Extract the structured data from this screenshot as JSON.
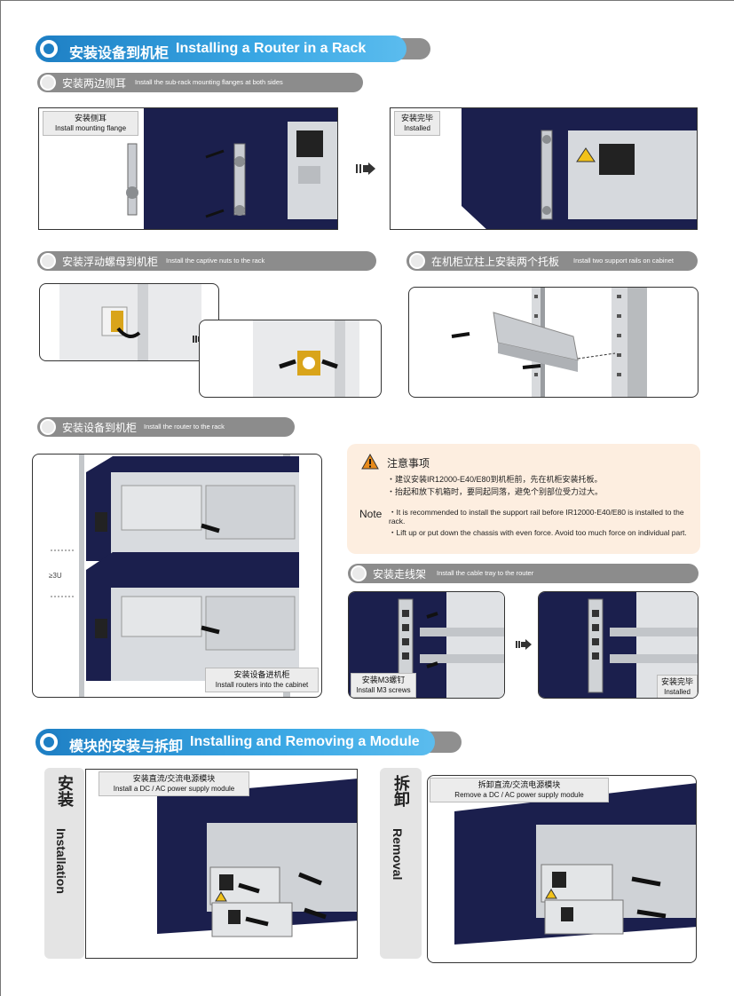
{
  "section1": {
    "title_zh": "安装设备到机柜",
    "title_en": "Installing a Router in a Rack"
  },
  "step_flanges": {
    "title_zh": "安装两边侧耳",
    "title_en": "Install the sub-rack mounting flanges at both sides",
    "label1_zh": "安装侧耳",
    "label1_en": "Install mounting flange",
    "label2_zh": "安装完毕",
    "label2_en": "Installed"
  },
  "step_nuts": {
    "title_zh": "安装浮动螺母到机柜",
    "title_en": "Install the captive nuts to the    rack"
  },
  "step_rails": {
    "title_zh": "在机柜立柱上安装两个托板",
    "title_en": "Install two support rails on  cabinet"
  },
  "step_router": {
    "title_zh": "安装设备到机柜",
    "title_en": "Install the router to the    rack",
    "spacing": "≥3U",
    "label_zh": "安装设备进机柜",
    "label_en": "Install routers into the  cabinet"
  },
  "note": {
    "title_zh": "注意事项",
    "line1_zh": "・建议安装IR12000-E40/E80到机柜前，先在机柜安装托板。",
    "line2_zh": "・抬起和放下机箱时，要同起同落，避免个别部位受力过大。",
    "label_en": "Note",
    "line1_en": "・It is recommended to install the support rail before IR12000-E40/E80 is installed to the rack.",
    "line2_en": "・Lift up or put down the chassis with even force. Avoid too much force on individual part."
  },
  "step_cable": {
    "title_zh": "安装走线架",
    "title_en": "Install the cable tray to the router",
    "label1_zh": "安装M3螺钉",
    "label1_en": "Install M3  screws",
    "label2_zh": "安装完毕",
    "label2_en": "Installed"
  },
  "section2": {
    "title_zh": "模块的安装与拆卸",
    "title_en": "Installing and Removing a  Module"
  },
  "install": {
    "side_zh": "安装",
    "side_en": "Installation",
    "label_zh": "安装直流/交流电源模块",
    "label_en": "Install a DC / AC power supply module"
  },
  "remove": {
    "side_zh": "拆卸",
    "side_en": "Removal",
    "label_zh": "拆卸直流/交流电源模块",
    "label_en": "Remove a DC / AC power supply module"
  },
  "colors": {
    "header_blue": "#1e7fc4",
    "sub_grey": "#8c8c8c",
    "chassis_navy": "#1b1f4d",
    "note_bg": "#fdeee0",
    "warning_orange": "#e88a1a"
  }
}
